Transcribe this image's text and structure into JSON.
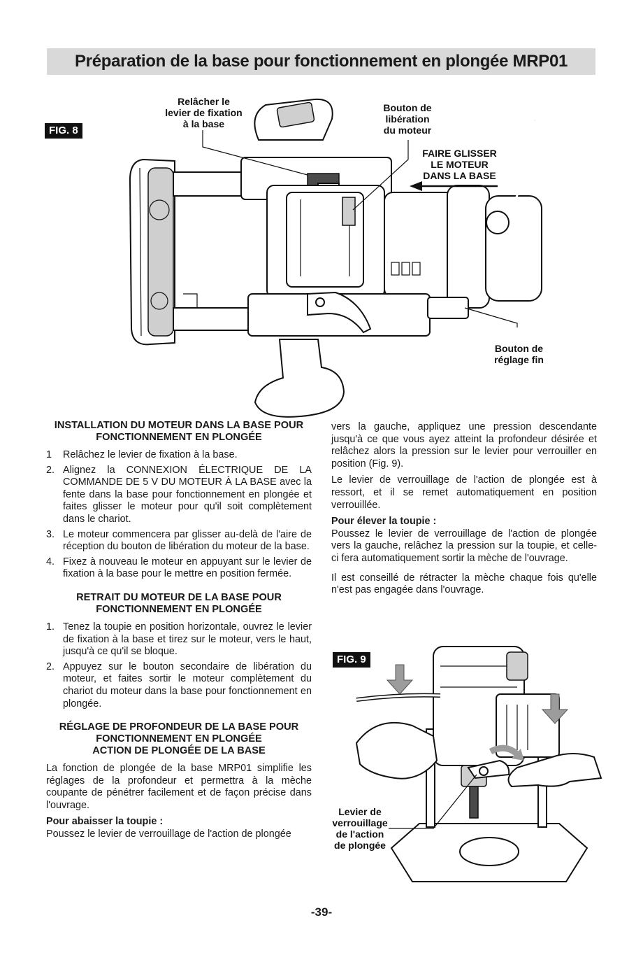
{
  "header": {
    "title": "Préparation de la base pour fonctionnement en plongée MRP01"
  },
  "fig8": {
    "label": "FIG. 8",
    "callouts": {
      "release_lever": [
        "Relâcher le",
        "levier de fixation",
        "à la base"
      ],
      "release_button": [
        "Bouton de",
        "libération",
        "du moteur"
      ],
      "slide_motor": [
        "FAIRE GLISSER",
        "LE MOTEUR",
        "DANS LA BASE"
      ],
      "fine_adjust": [
        "Bouton de",
        "réglage fin"
      ]
    }
  },
  "fig9": {
    "label": "FIG. 9",
    "callouts": {
      "plunge_lever": [
        "Levier de",
        "verrouillage",
        "de l'action",
        "de plongée"
      ]
    }
  },
  "left_column": {
    "install": {
      "heading": [
        "INSTALLATION DU MOTEUR DANS LA BASE POUR",
        "FONCTIONNEMENT EN PLONGÉE"
      ],
      "steps": [
        {
          "num": "1",
          "text": "Relâchez le levier de fixation à la base."
        },
        {
          "num": "2.",
          "text": "Alignez la CONNEXION ÉLECTRIQUE DE LA COMMANDE DE 5 V DU MOTEUR À LA BASE avec la fente dans la base pour fonctionnement en plongée et faites glisser le moteur pour qu'il soit complètement dans le chariot."
        },
        {
          "num": "3.",
          "text": "Le moteur commencera par glisser au-delà de l'aire de réception du bouton de libération du moteur de la base."
        },
        {
          "num": "4.",
          "text": "Fixez à nouveau le moteur en appuyant sur le levier de fixation à la base pour le mettre en position fermée."
        }
      ]
    },
    "removal": {
      "heading": [
        "RETRAIT DU MOTEUR DE LA BASE POUR",
        "FONCTIONNEMENT EN PLONGÉE"
      ],
      "steps": [
        {
          "num": "1.",
          "text": "Tenez la toupie en position horizontale, ouvrez le levier de fixation à la base et tirez sur le moteur, vers le haut, jusqu'à ce qu'il se bloque."
        },
        {
          "num": "2.",
          "text": "Appuyez sur le bouton secondaire de libération du moteur, et faites sortir le moteur complètement du chariot du moteur dans la base pour fonctionnement en plongée."
        }
      ]
    },
    "depth": {
      "heading": [
        "RÉGLAGE DE PROFONDEUR DE LA BASE POUR",
        "FONCTIONNEMENT EN PLONGÉE",
        "ACTION DE PLONGÉE DE LA BASE"
      ],
      "paragraph": "La fonction de plongée de la base MRP01 simplifie les réglages de la profondeur et permettra à la mèche coupante de pénétrer facilement et de façon précise dans l'ouvrage.",
      "lower_heading": "Pour abaisser la toupie :",
      "lower_text": "Poussez le levier de verrouillage de l'action de plongée"
    }
  },
  "right_column": {
    "continued": "vers la gauche, appliquez une pression descendante jusqu'à ce que vous ayez atteint la profondeur désirée et relâchez alors la pression sur le levier pour verrouiller en position (Fig. 9).",
    "spring": "Le levier de verrouillage de l'action de plongée est à ressort, et il se remet automatiquement en position verrouillée.",
    "raise_heading": "Pour élever la toupie :",
    "raise_text": "Poussez le levier de verrouillage de l'action de plongée vers la gauche, relâchez la pression sur la toupie, et celle-ci fera automatiquement sortir la mèche de l'ouvrage.",
    "advice": "Il est conseillé de rétracter la mèche chaque fois qu'elle n'est pas engagée dans l'ouvrage."
  },
  "footer": {
    "page_number": "-39-"
  }
}
